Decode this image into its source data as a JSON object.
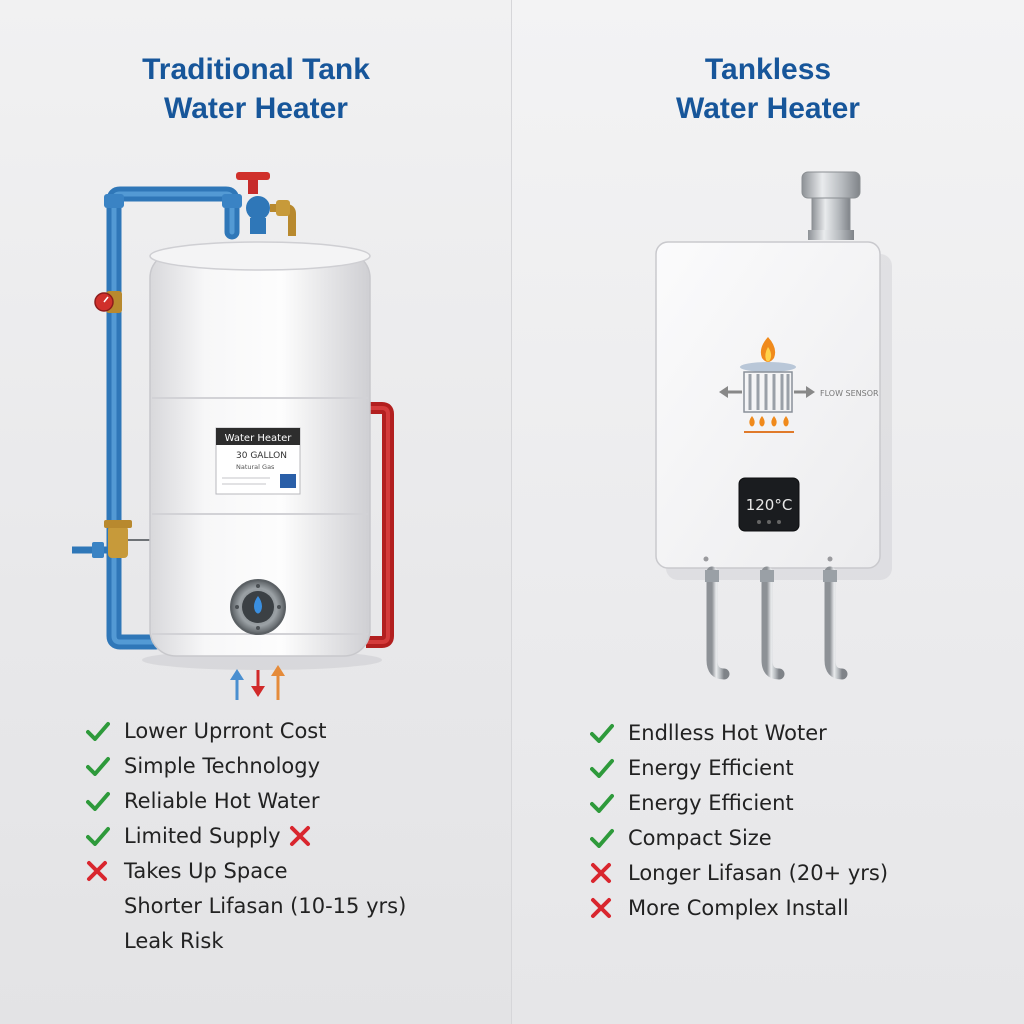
{
  "left": {
    "title_line1": "Traditional Tank",
    "title_line2": "Water Heater",
    "label": {
      "line1": "Water Heater",
      "line2": "30 GALLON",
      "line3": "Natural Gas"
    },
    "features": [
      {
        "text": "Lower Uprront Cost",
        "mark": "check-icon"
      },
      {
        "text": "Simple Technology",
        "mark": "check-icon"
      },
      {
        "text": "Reliable Hot Water",
        "mark": "check-icon"
      },
      {
        "text": "Limited Supply",
        "mark": "check-icon",
        "trailing_mark": "cross-icon"
      },
      {
        "text": "Takes Up Space",
        "mark": "cross-icon"
      },
      {
        "text": "Shorter Lifasan (10-15 yrs)",
        "mark": "none"
      },
      {
        "text": "Leak Risk",
        "mark": "none"
      }
    ]
  },
  "right": {
    "title_line1": "Tankless",
    "title_line2": "Water Heater",
    "diagram_caption": "FLOW SENSOR",
    "display_value": "120°C",
    "features": [
      {
        "text": "Endlless Hot Woter",
        "mark": "check-icon"
      },
      {
        "text": "Energy Efficient",
        "mark": "check-icon"
      },
      {
        "text": "Energy Efficient",
        "mark": "check-icon"
      },
      {
        "text": "Compact Size",
        "mark": "check-icon"
      },
      {
        "text": "Longer Lifasan (20+ yrs)",
        "mark": "cross-icon"
      },
      {
        "text": "More Complex Install",
        "mark": "cross-icon"
      }
    ]
  },
  "colors": {
    "title": "#17569a",
    "check": "#2e9a3b",
    "cross": "#d9262e",
    "cold_pipe": "#3b87c9",
    "hot_pipe": "#cc2a2a"
  }
}
